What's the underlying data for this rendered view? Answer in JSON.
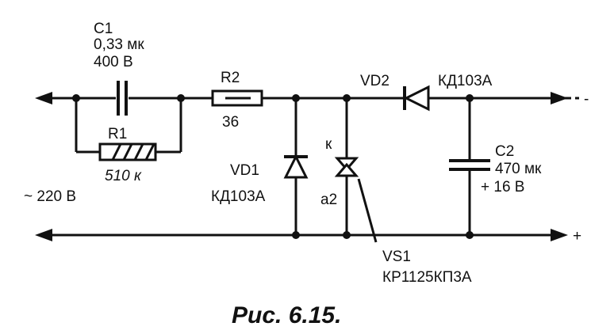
{
  "schematic": {
    "c1": {
      "name": "C1",
      "value": "0,33 мк",
      "voltage": "400 В"
    },
    "r1": {
      "name": "R1",
      "value": "510 к"
    },
    "r2": {
      "name": "R2",
      "value": "36"
    },
    "vd1": {
      "name": "VD1",
      "type": "КД103А"
    },
    "vs1": {
      "name": "VS1",
      "type": "КР1125КП3А",
      "cathode_label": "к",
      "anode_label": "а2"
    },
    "vd2": {
      "name": "VD2",
      "type": "КД103А"
    },
    "c2": {
      "name": "C2",
      "value": "470 мк",
      "voltage": "+ 16 В"
    },
    "input": {
      "label": "~ 220 В"
    },
    "output": {
      "minus": "-",
      "plus": "+"
    }
  },
  "caption": "Рис. 6.15."
}
